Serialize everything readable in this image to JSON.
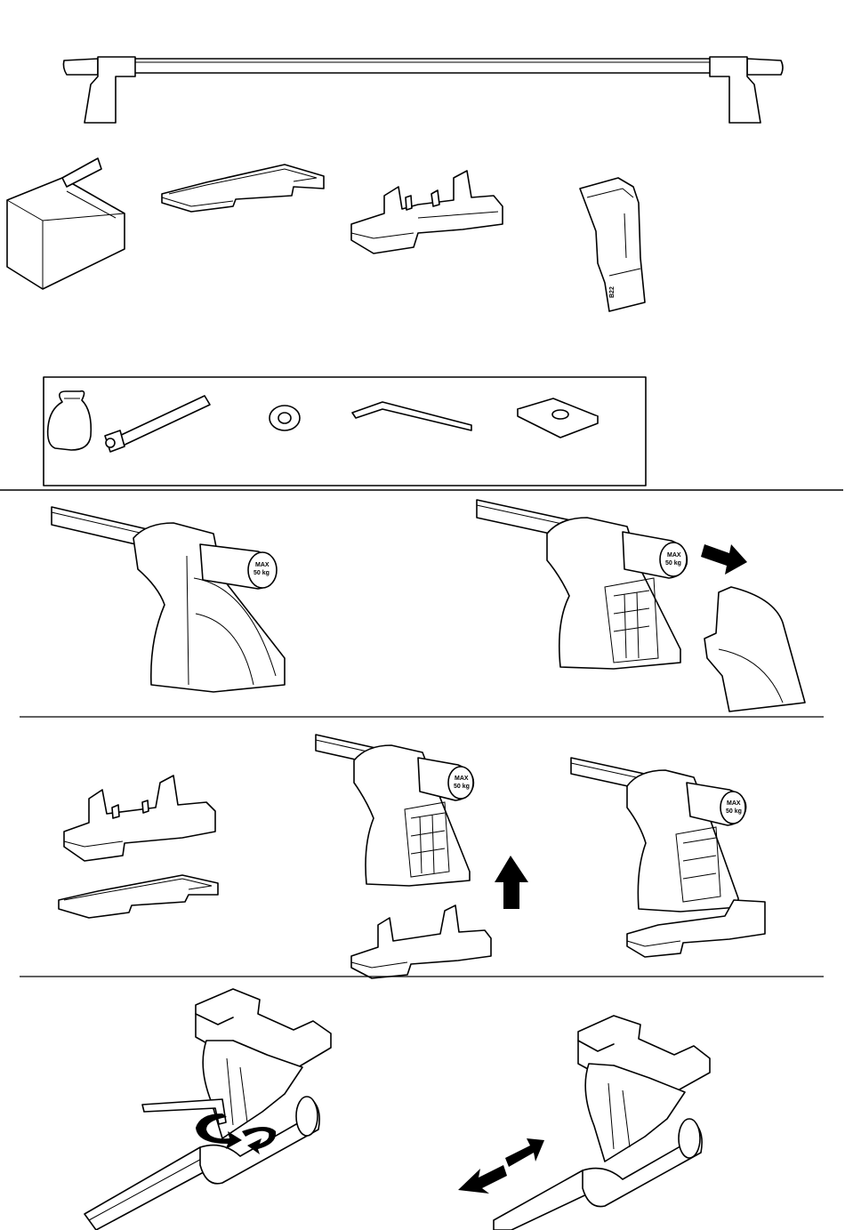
{
  "labels": {
    "part_code": "B22",
    "end_cap_max_1": "MAX",
    "end_cap_load_1": "50 kg",
    "end_cap_max_2": "MAX",
    "end_cap_load_2": "50 kg",
    "end_cap_max_3": "MAX",
    "end_cap_load_3": "50 kg",
    "end_cap_max_4": "MAX",
    "end_cap_load_4": "50 kg"
  },
  "colors": {
    "line": "#000000",
    "background": "#ffffff",
    "arrow": "#000000"
  },
  "icons": [
    "roof-bar",
    "box",
    "rubber-pad",
    "foot-base",
    "fitting-kit",
    "bag",
    "bolt",
    "washer",
    "allen-key",
    "square-plate",
    "arrow-right",
    "arrow-up",
    "rotate-arrow",
    "double-arrow"
  ]
}
